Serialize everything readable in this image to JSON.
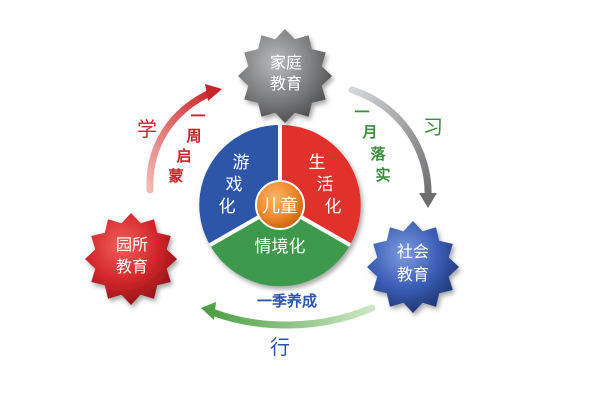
{
  "center": {
    "label": "儿童"
  },
  "segments": {
    "blue": {
      "label": "游戏化",
      "color": "#2f56a8"
    },
    "red": {
      "label": "生活化",
      "color": "#e0332b"
    },
    "green": {
      "label": "情境化",
      "color": "#3c9a4e"
    }
  },
  "nodes": {
    "family": {
      "line1": "家庭",
      "line2": "教育",
      "color": "#7f8082"
    },
    "school": {
      "line1": "园所",
      "line2": "教育",
      "color": "#d3272c"
    },
    "society": {
      "line1": "社会",
      "line2": "教育",
      "color": "#3a5db5"
    }
  },
  "arcs": {
    "left": {
      "word": "学",
      "phrase_line1": "一",
      "phrase_line2": "周",
      "phrase_line3": "启",
      "phrase_line4": "蒙",
      "color": "#c8242a"
    },
    "right": {
      "word": "习",
      "phrase_line1": "一",
      "phrase_line2": "月",
      "phrase_line3": "落",
      "phrase_line4": "实",
      "color": "#3a8c3a"
    },
    "bottom": {
      "word": "行",
      "phrase": "一季养成",
      "color": "#2c55a8"
    }
  }
}
